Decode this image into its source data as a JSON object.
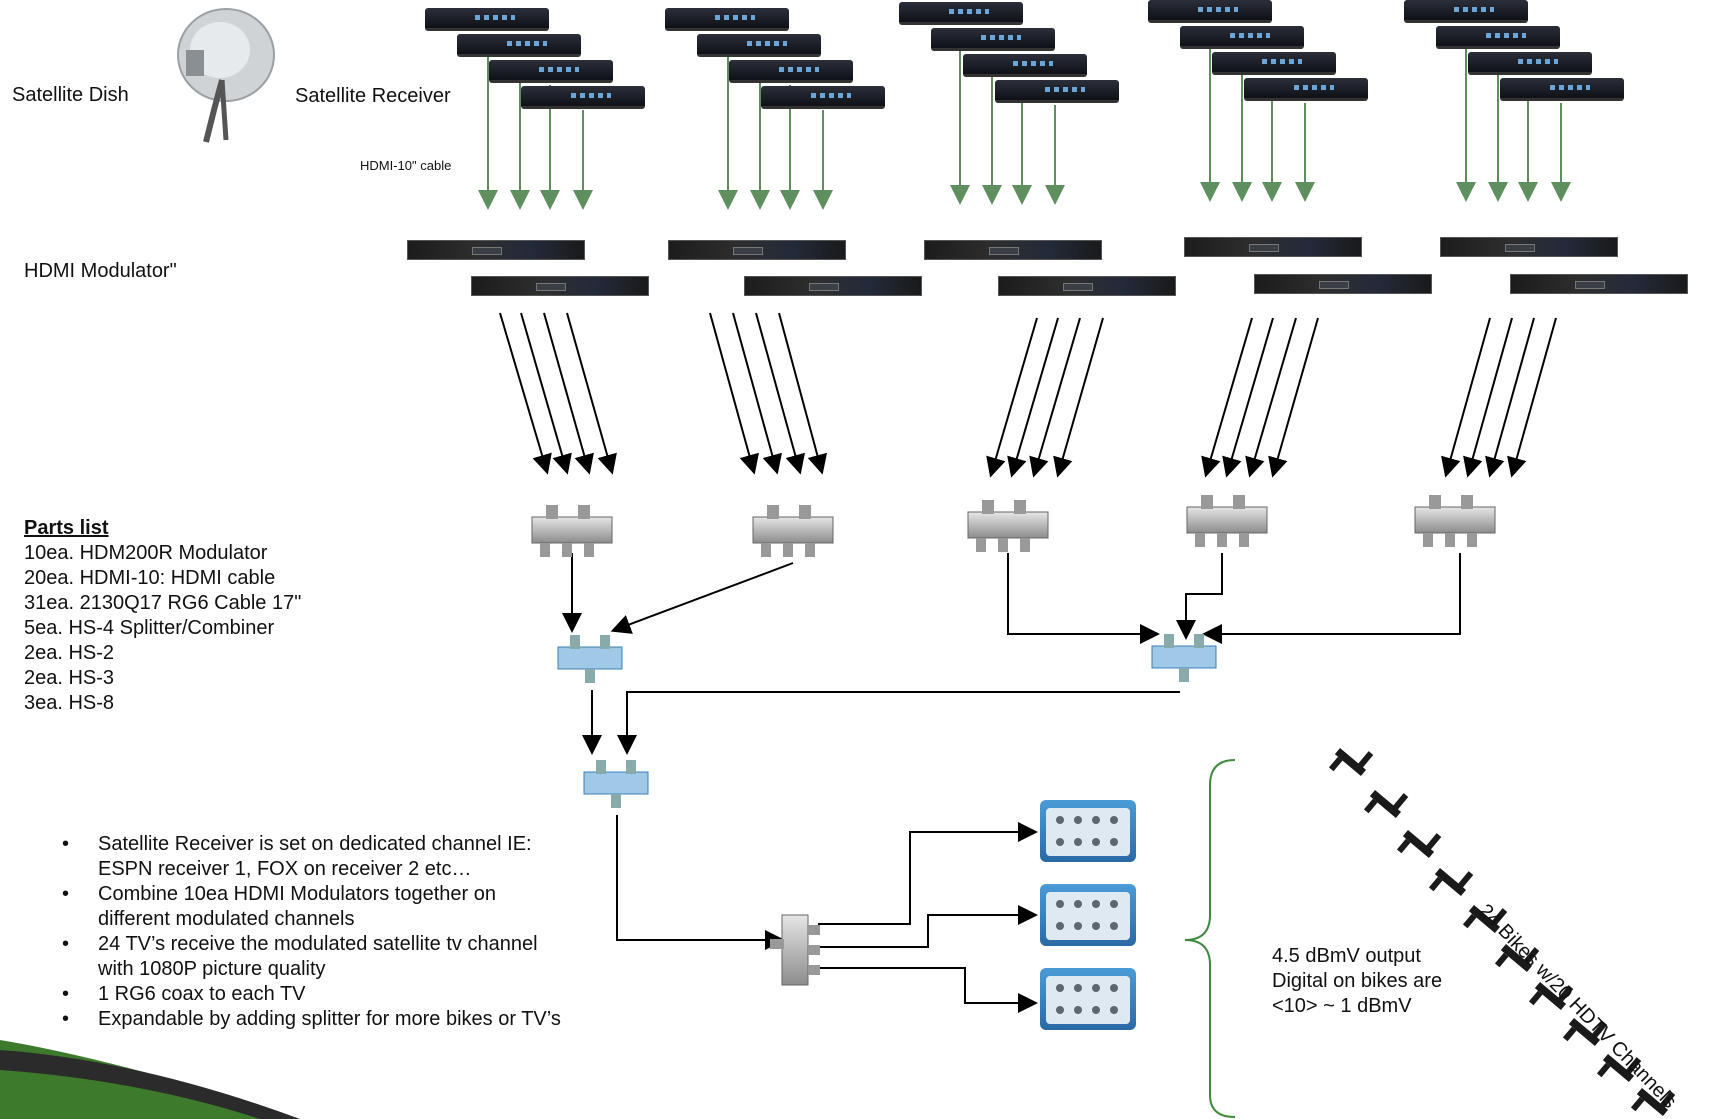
{
  "labels": {
    "satellite_dish": "Satellite Dish",
    "satellite_receiver": "Satellite Receiver",
    "hdmi_cable": "HDMI-10\" cable",
    "hdmi_modulator": "HDMI Modulator\""
  },
  "parts_list": {
    "heading": "Parts list",
    "items": [
      "10ea. HDM200R Modulator",
      "20ea. HDMI-10: HDMI cable",
      "31ea. 2130Q17 RG6 Cable 17\"",
      "5ea. HS-4 Splitter/Combiner",
      "2ea. HS-2",
      "2ea. HS-3",
      "3ea. HS-8"
    ]
  },
  "notes": [
    "Satellite Receiver is set on dedicated channel IE: ESPN receiver 1, FOX on receiver 2 etc…",
    "Combine 10ea HDMI Modulators together on different modulated channels",
    "24 TV’s receive the modulated satellite tv channel with 1080P picture quality",
    "1 RG6 coax to each TV",
    "Expandable by adding splitter for more bikes or TV’s"
  ],
  "output": {
    "line1": "4.5 dBmV output",
    "line2": "Digital on bikes are",
    "line3": "<10> ~ 1 dBmV"
  },
  "bikes_label": "24 Bikes w/20 HDTV Channels",
  "colors": {
    "hdmi_arrow": "#5f8f5f",
    "coax_arrow": "#000000",
    "brace": "#3f8a3f",
    "splitter_blue": "#2f7fbf",
    "footer_green": "#3d7a2c"
  }
}
